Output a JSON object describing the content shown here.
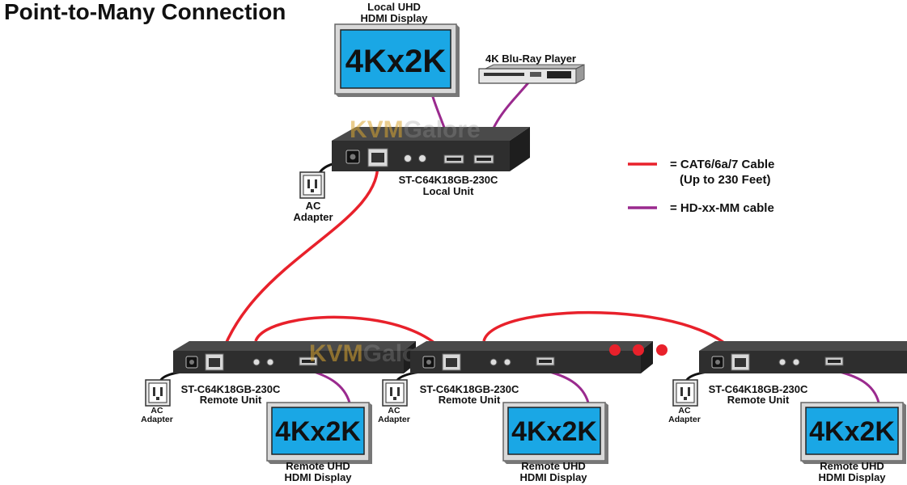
{
  "title": "Point-to-Many Connection",
  "watermark": {
    "part1": "KVM",
    "part2": "Galore"
  },
  "local_display": {
    "label_line1": "Local UHD",
    "label_line2": "HDMI Display",
    "screen_text": "4Kx2K"
  },
  "bluray": {
    "label": "4K Blu-Ray Player"
  },
  "local_unit": {
    "model": "ST-C64K18GB-230C",
    "role": "Local Unit"
  },
  "local_ac": {
    "line1": "AC",
    "line2": "Adapter"
  },
  "legend": {
    "cat_line1": "= CAT6/6a/7 Cable",
    "cat_line2": "(Up to 230 Feet)",
    "hdmi_line1": "= HD-xx-MM cable",
    "cat_color": "#e8212b",
    "hdmi_color": "#9a2a8e"
  },
  "remote_units": [
    {
      "model": "ST-C64K18GB-230C",
      "role": "Remote Unit",
      "ac_line1": "AC",
      "ac_line2": "Adapter",
      "display_line1": "Remote UHD",
      "display_line2": "HDMI Display",
      "screen_text": "4Kx2K"
    },
    {
      "model": "ST-C64K18GB-230C",
      "role": "Remote Unit",
      "ac_line1": "AC",
      "ac_line2": "Adapter",
      "display_line1": "Remote UHD",
      "display_line2": "HDMI Display",
      "screen_text": "4Kx2K"
    },
    {
      "model": "ST-C64K18GB-230C",
      "role": "Remote Unit",
      "ac_line1": "AC",
      "ac_line2": "Adapter",
      "display_line1": "Remote UHD",
      "display_line2": "HDMI Display",
      "screen_text": "4Kx2K"
    }
  ],
  "colors": {
    "screen": "#1aa7e5",
    "device": "#2d2d2d"
  }
}
